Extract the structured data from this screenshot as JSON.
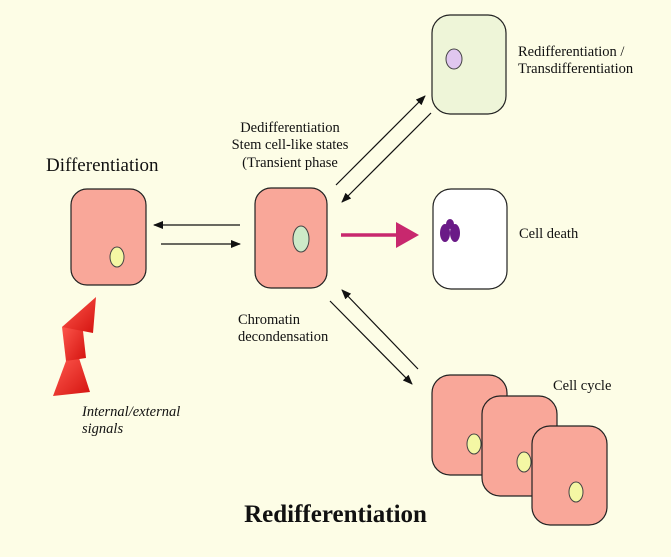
{
  "diagram": {
    "title": "Redifferentiation",
    "labels": {
      "differentiation": "Differentiation",
      "dedifferentiation": [
        "Dedifferentiation",
        "Stem cell-like states",
        "(Transient phase"
      ],
      "chromatin": [
        "Chromatin",
        "decondensation"
      ],
      "redifferentiation_transdifferentiation": [
        "Redifferentiation /",
        "Transdifferentiation"
      ],
      "cell_death": "Cell death",
      "cell_cycle": "Cell cycle",
      "signals": [
        "Internal/external",
        "signals"
      ]
    },
    "colors": {
      "background": "#fdfde6",
      "cell_salmon": "#f9a799",
      "cell_green": "#eef5d8",
      "cell_white": "#ffffff",
      "nucleus_yellow": "#f4f7a4",
      "nucleus_lightgreen": "#cdeac8",
      "nucleus_lilac": "#e0c7ef",
      "death_arrow": "#c8286e",
      "signal_red": "#e8241f"
    }
  }
}
